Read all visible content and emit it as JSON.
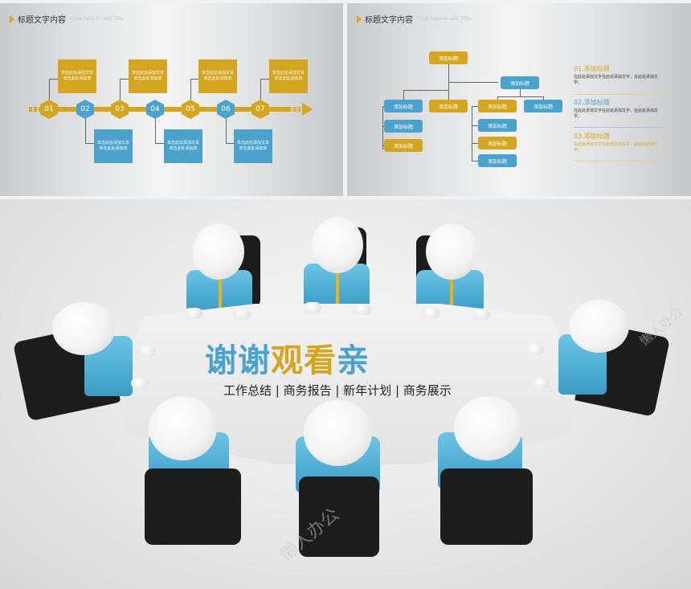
{
  "colors": {
    "gold": "#d4a51e",
    "blue": "#4ba2cc",
    "dark": "#333333"
  },
  "slide_timeline": {
    "header": {
      "title": "标题文字内容",
      "subtitle": "Click here to add Title"
    },
    "steps": [
      {
        "num": "01",
        "color": "gold",
        "box_text": "单击此处添加文本单击此处添加单",
        "box_pos": "top"
      },
      {
        "num": "02",
        "color": "blue",
        "box_text": "单击此处添加文本单击此处添加单",
        "box_pos": "bottom"
      },
      {
        "num": "03",
        "color": "gold",
        "box_text": "单击此处添加文本单击此处添加单",
        "box_pos": "top"
      },
      {
        "num": "04",
        "color": "blue",
        "box_text": "单击此处添加文本单击此处添加单",
        "box_pos": "bottom"
      },
      {
        "num": "05",
        "color": "gold",
        "box_text": "单击此处添加文本单击此处添加单",
        "box_pos": "top"
      },
      {
        "num": "06",
        "color": "blue",
        "box_text": "单击此处添加文本单击此处添加单",
        "box_pos": "bottom"
      },
      {
        "num": "07",
        "color": "gold",
        "box_text": "单击此处添加文本单击此处添加单",
        "box_pos": "top"
      }
    ]
  },
  "slide_org": {
    "header": {
      "title": "标题文字内容",
      "subtitle": "Click here to add Title"
    },
    "node_label": "添加标题",
    "side_items": [
      {
        "title": "01.添加标题",
        "text": "在此处添加文字在此处添加文字，在此处添加文字。",
        "color": "#d4a51e",
        "text_color": "#333333"
      },
      {
        "title": "02.添加标题",
        "text": "在此处添加文字在此处添加文字，在此处添加文字。",
        "color": "#4ba2cc",
        "text_color": "#333333"
      },
      {
        "title": "03.添加标题",
        "text": "在此处添加文字在此处添加文字，在此处添加文字。",
        "color": "#d4a51e",
        "text_color": "#d4a51e"
      }
    ]
  },
  "slide_thanks": {
    "title_part1": "谢谢",
    "title_part2": "观看",
    "title_part3": "亲",
    "subtitle": "工作总结 | 商务报告 | 新年计划 | 商务展示",
    "watermark": "懒人办公"
  }
}
